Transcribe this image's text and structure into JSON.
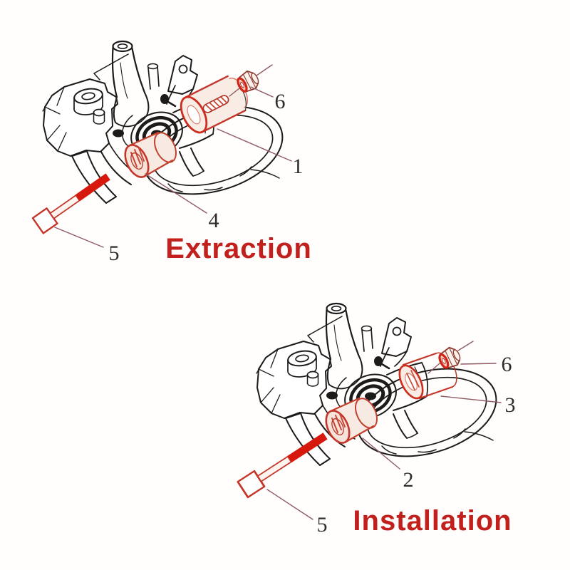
{
  "extraction": {
    "title": "Extraction",
    "labels": {
      "sleeve": "1",
      "bushing": "4",
      "bolt": "5",
      "nut": "6"
    }
  },
  "installation": {
    "title": "Installation",
    "labels": {
      "bushing": "2",
      "shield": "3",
      "bolt": "5",
      "nut": "6"
    }
  },
  "colors": {
    "title_red": "#c1201c",
    "highlight_red": "#cc2d1f",
    "solid_red": "#d6190c",
    "leader": "#8f5c64",
    "ink": "#1d1b1a",
    "label_ink": "#2e2b28"
  }
}
